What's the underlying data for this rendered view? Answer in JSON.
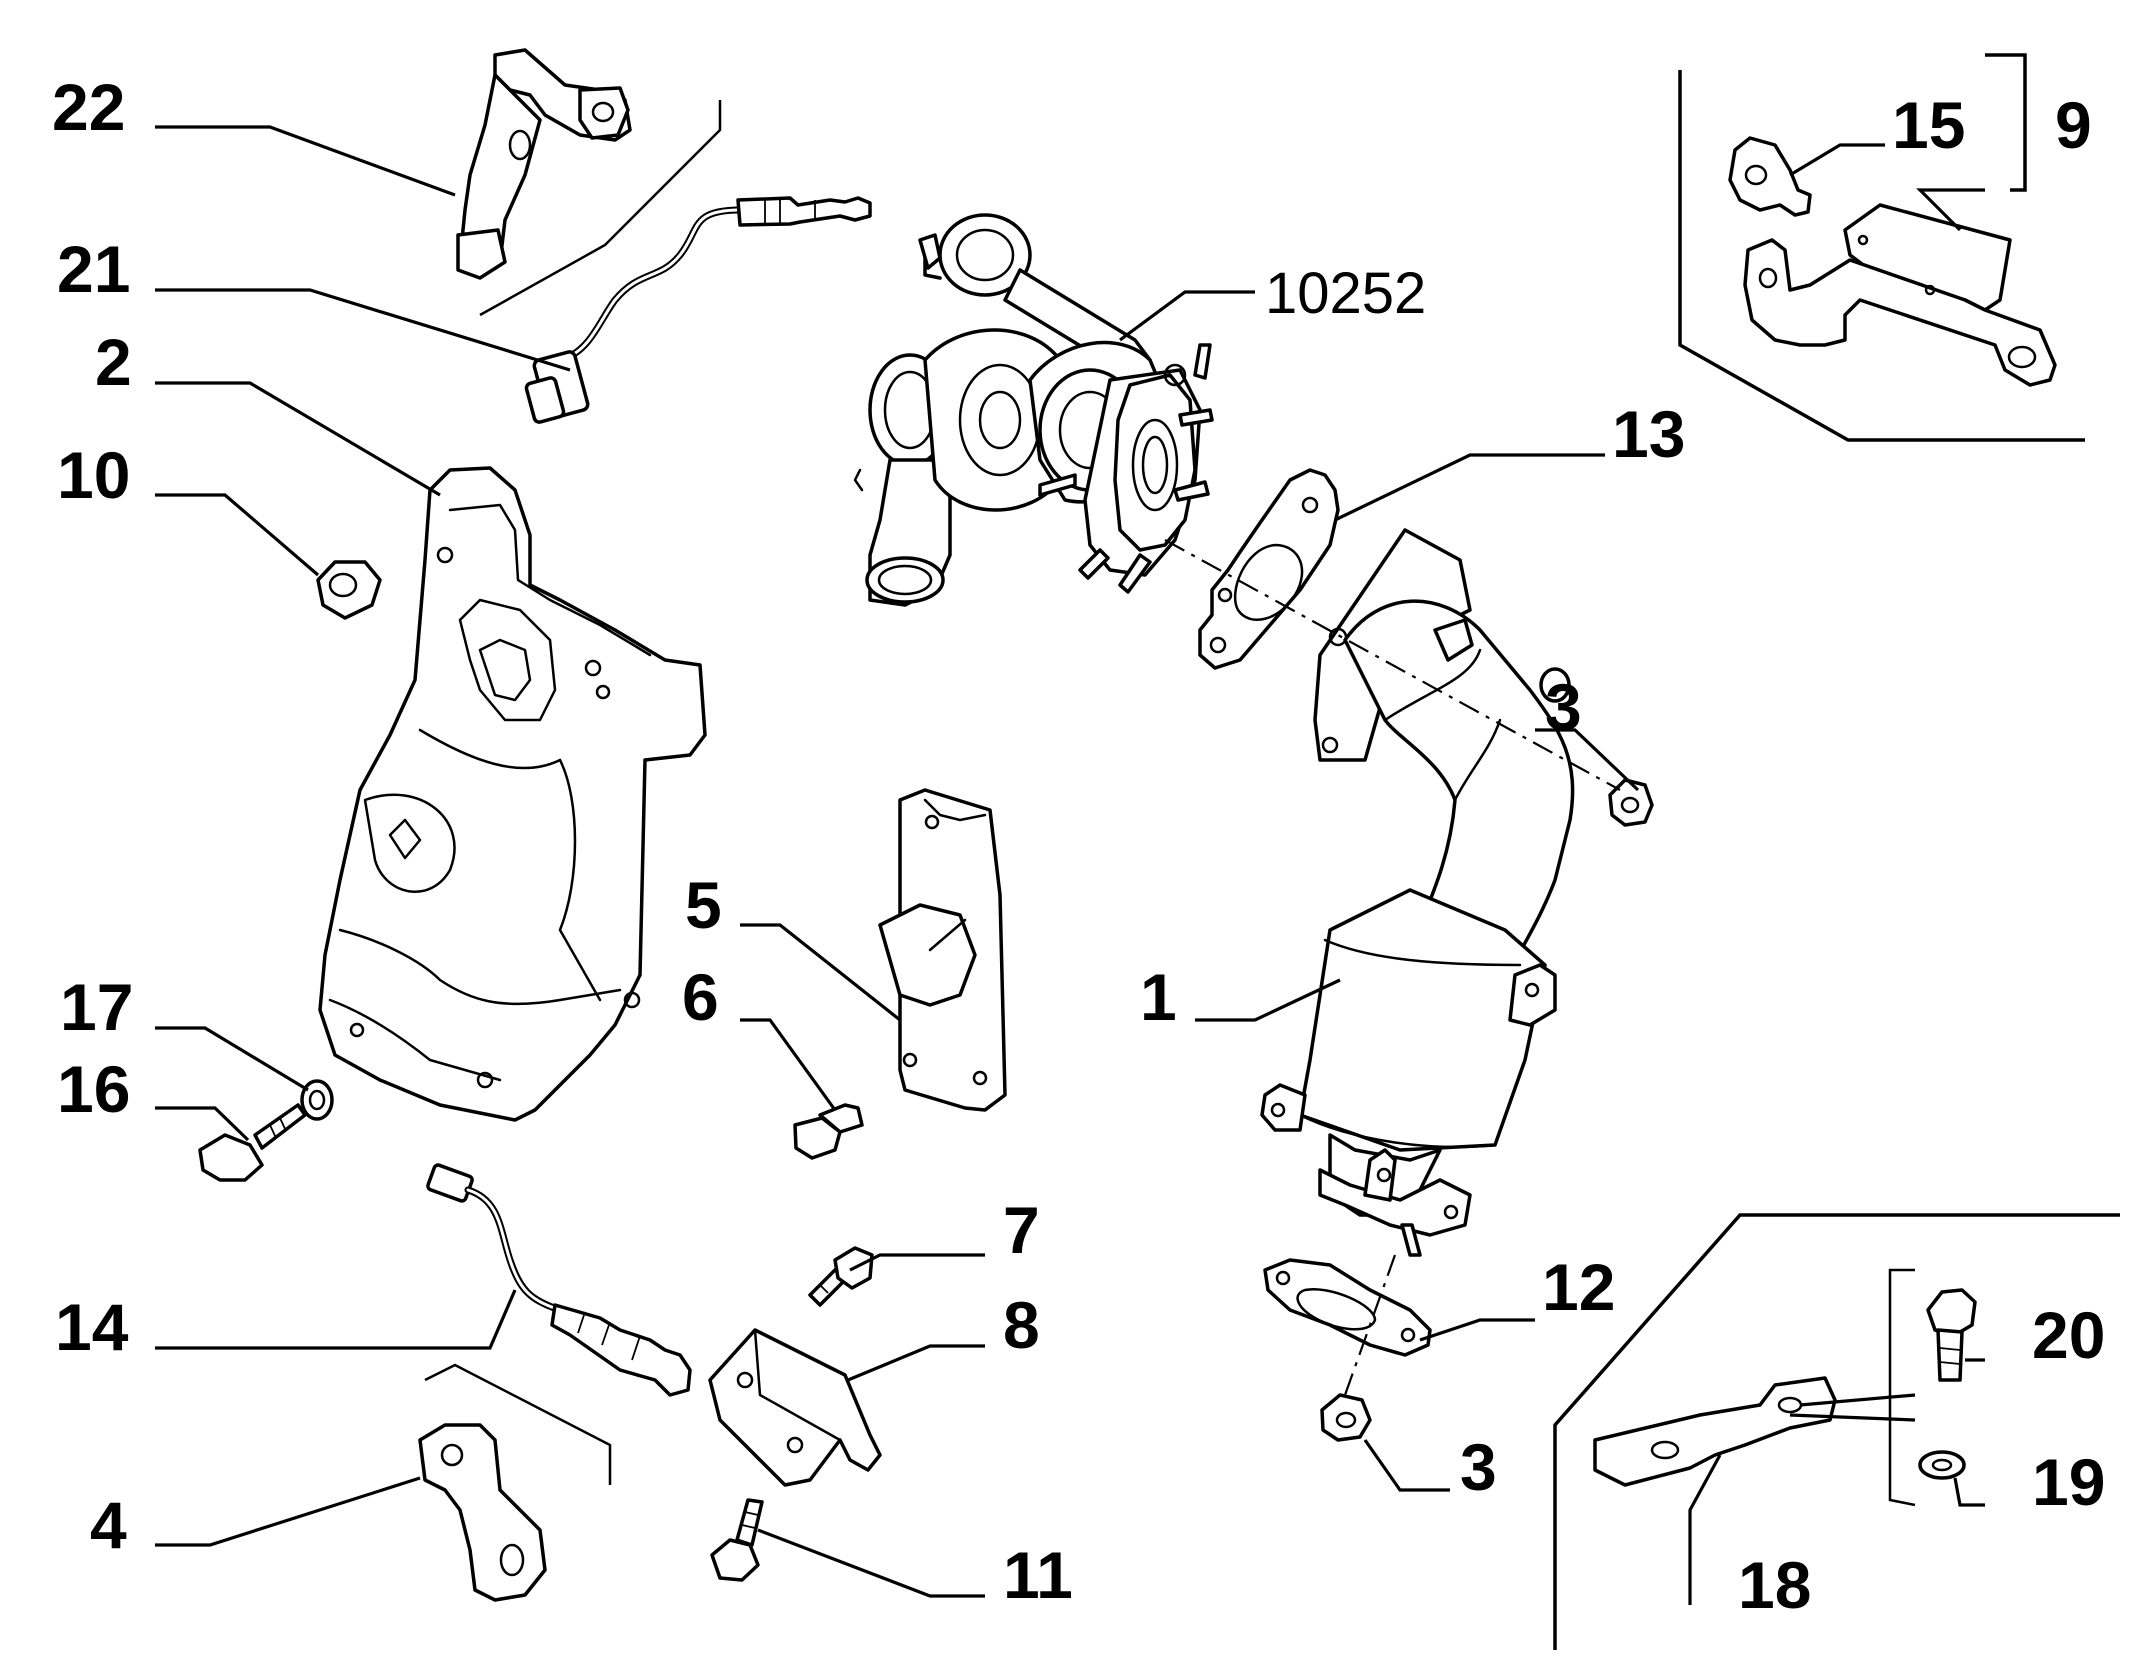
{
  "callouts": {
    "c1": "1",
    "c2": "2",
    "c3a": "3",
    "c3b": "3",
    "c4": "4",
    "c5": "5",
    "c6": "6",
    "c7": "7",
    "c8": "8",
    "c9": "9",
    "c10": "10",
    "c11": "11",
    "c12": "12",
    "c13": "13",
    "c14": "14",
    "c15": "15",
    "c16": "16",
    "c17": "17",
    "c18": "18",
    "c19": "19",
    "c20": "20",
    "c21": "21",
    "c22": "22",
    "c10252": "10252"
  }
}
